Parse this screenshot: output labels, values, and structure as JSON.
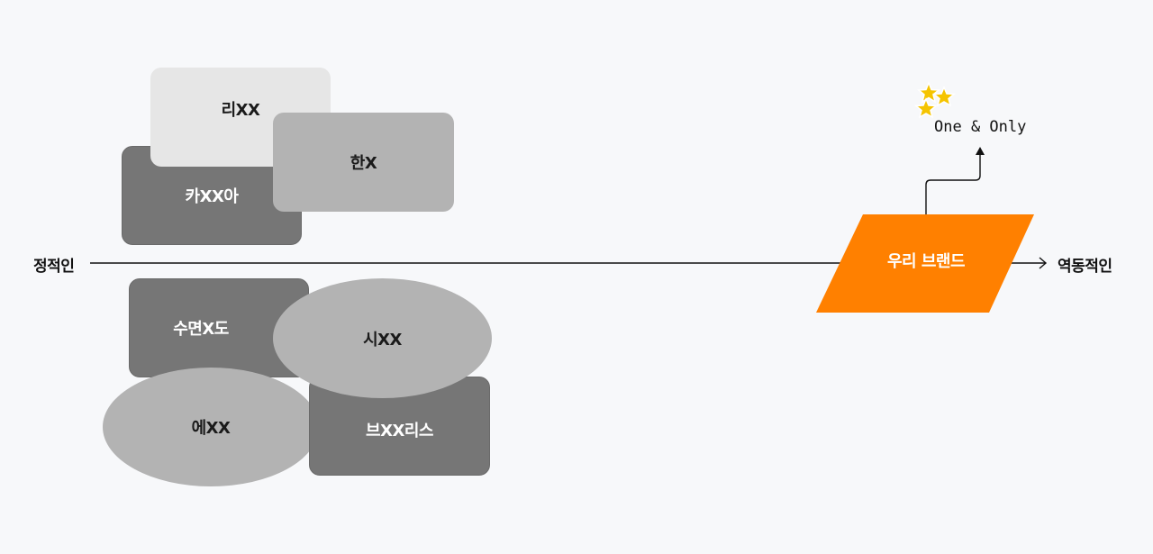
{
  "axis": {
    "left_label": "정적인",
    "right_label": "역동적인"
  },
  "competitors": [
    {
      "label": "리XX"
    },
    {
      "label": "카XX아"
    },
    {
      "label": "한X"
    },
    {
      "label": "수면X도"
    },
    {
      "label": "시XX"
    },
    {
      "label": "에XX"
    },
    {
      "label": "브XX리스"
    }
  ],
  "brand": {
    "label": "우리 브랜드",
    "color": "#ff8000"
  },
  "callout": {
    "text": "One & Only",
    "icon": "stars-icon",
    "star_color": "#f5c400"
  },
  "colors": {
    "dark_box": "#767676",
    "mid_box": "#b3b3b3",
    "light_box": "#e6e6e6",
    "background": "#f7f8fa"
  }
}
